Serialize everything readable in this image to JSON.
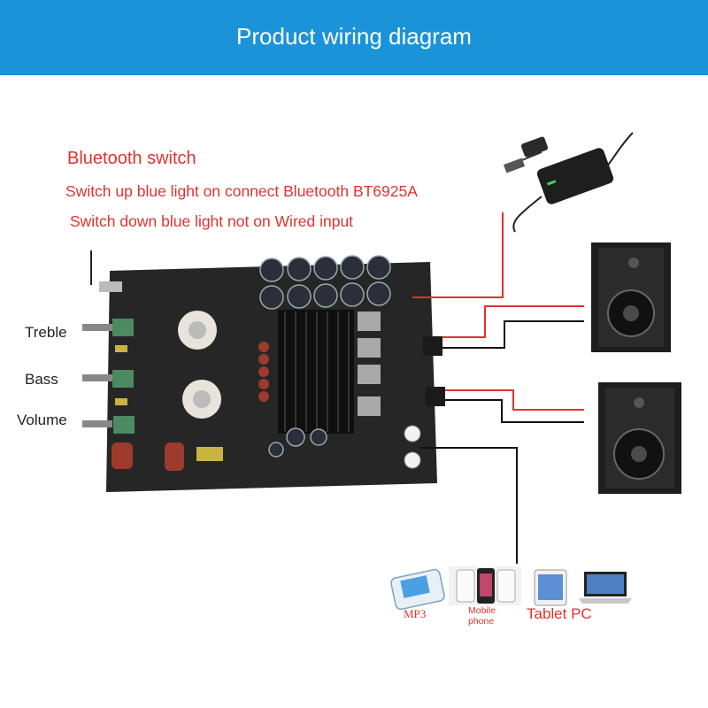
{
  "header": {
    "title": "Product wiring diagram",
    "color": "#1a93d8"
  },
  "notes": {
    "bluetooth_switch": "Bluetooth switch",
    "switch_up": "Switch up blue light on connect Bluetooth BT6925A",
    "switch_down": "Switch down blue light not on Wired input",
    "color": "#e0332e"
  },
  "knobs": {
    "treble": "Treble",
    "bass": "Bass",
    "volume": "Volume"
  },
  "devices": {
    "mp3": "MP3",
    "mobile_line1": "Mobile",
    "mobile_line2": "phone",
    "tablet": "Tablet PC"
  },
  "wire_colors": {
    "positive": "#e0332e",
    "negative": "#111111"
  }
}
